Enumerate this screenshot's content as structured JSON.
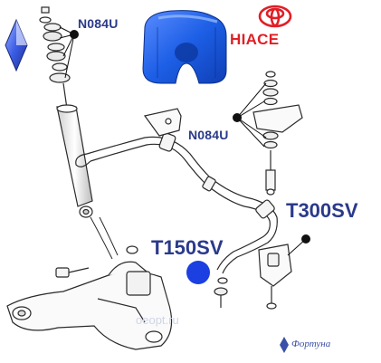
{
  "brand": {
    "model": "HIACE",
    "logo_icon": "toyota-logo-icon",
    "color": "#e01f26"
  },
  "callouts": {
    "top_left": "N084U",
    "middle": "N084U",
    "right": "T300SV",
    "center": "T150SV"
  },
  "watermarks": {
    "center": "oeopt.ru",
    "corner": "Фортуна"
  },
  "colors": {
    "label": "#2a3a8a",
    "bushing": "#1d5fe6",
    "marker": "#111111",
    "highlight_dot": "#1b3fe0",
    "line": "#2a2a2a"
  }
}
